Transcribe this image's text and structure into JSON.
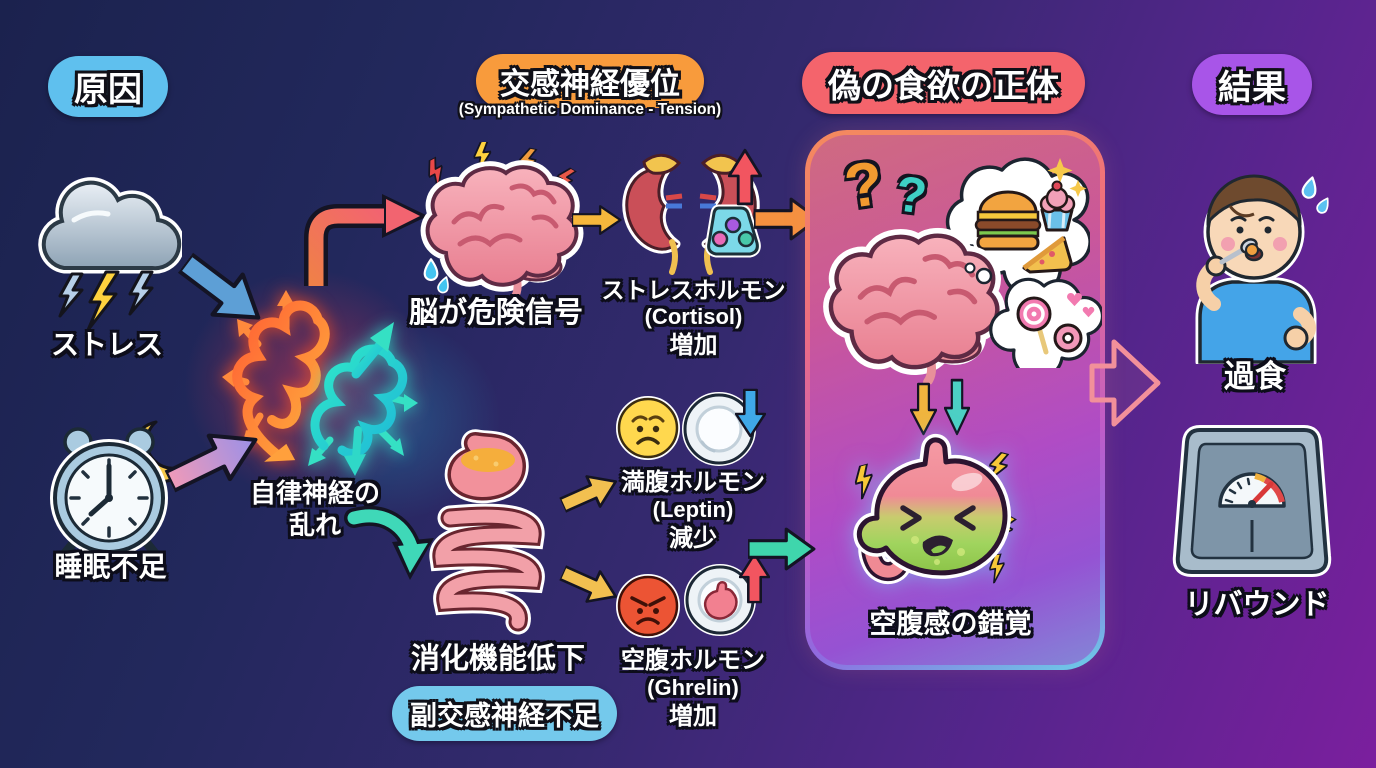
{
  "title_badges": {
    "cause": "原因",
    "sympathetic": "交感神経優位",
    "sympathetic_sub": "(Sympathetic Dominance - Tension)",
    "false_appetite": "偽の食欲の正体",
    "result": "結果",
    "parasympathetic": "副交感神経不足"
  },
  "causes": {
    "stress": "ストレス",
    "sleep": "睡眠不足",
    "autonomic_line1": "自律神経の",
    "autonomic_line2": "乱れ"
  },
  "upper_path": {
    "brain_danger": "脳が危険信号",
    "cortisol_line1": "ストレスホルモン",
    "cortisol_line2": "(Cortisol)",
    "cortisol_line3": "増加"
  },
  "lower_path": {
    "digestion": "消化機能低下",
    "leptin_line1": "満腹ホルモン",
    "leptin_line2": "(Leptin)",
    "leptin_line3": "減少",
    "ghrelin_line1": "空腹ホルモン",
    "ghrelin_line2": "(Ghrelin)",
    "ghrelin_line3": "増加"
  },
  "center_box": {
    "question_mark_1": "?",
    "question_mark_2": "?",
    "hunger_illusion": "空腹感の錯覚"
  },
  "results": {
    "overeating": "過食",
    "rebound": "リバウンド"
  },
  "colors": {
    "badge_cause": "#5fc0ee",
    "badge_sympathetic": "#f89b3c",
    "badge_false_appetite": "#f4646c",
    "badge_result": "#a855e8",
    "badge_parasympathetic": "#74c9ec",
    "arrow_blue": "#5d9fd6",
    "arrow_pink_purple": "#e89ab8",
    "arrow_salmon": "#f2695f",
    "arrow_teal": "#3fd6ac",
    "arrow_yellow": "#f6b73c",
    "arrow_orange": "#f5913f",
    "box_border_top": "#f58b5c",
    "box_border_bottom": "#6ad0e8",
    "background_left": "#1b224e",
    "background_right": "#7b1f9e"
  },
  "icons": {
    "storm-cloud-icon": "storm cloud with lightning",
    "alarm-clock-moon-icon": "alarm clock with crescent moon",
    "tangled-nerves-orange-icon": "glowing orange tangled knot with arrows",
    "tangled-nerves-teal-icon": "glowing teal tangled knot with arrows",
    "alert-brain-icon": "brain with lightning and sweat",
    "kidneys-adrenal-icon": "kidneys with adrenal glands and hormone molecule",
    "craving-brain-icon": "brain with food thought bubbles",
    "food-thought-bubble-icon": "burger, pie slice, cupcake",
    "sweets-thought-bubble-icon": "lollipop, donut, hearts",
    "angry-stomach-icon": "angry stomach with lightning",
    "intestines-icon": "stomach and intestines",
    "worried-face-icon": "worried emoji",
    "empty-plate-icon": "empty plate with down arrow",
    "angry-face-icon": "angry emoji",
    "plate-stomach-icon": "plate with stomach and up arrow",
    "overeating-person-icon": "person eating burger",
    "weight-scale-icon": "bathroom scale"
  }
}
